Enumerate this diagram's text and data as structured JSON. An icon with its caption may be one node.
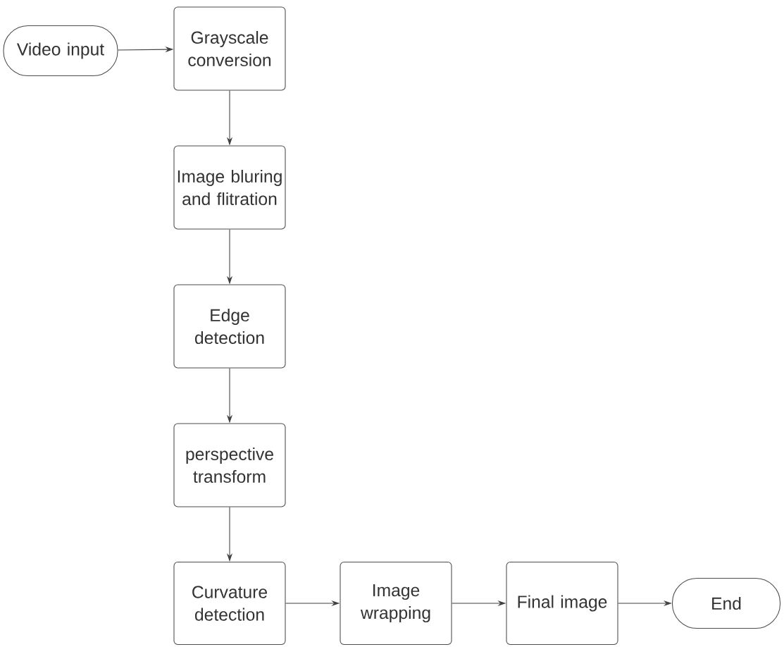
{
  "diagram": {
    "nodes": [
      {
        "text": [
          "Video input"
        ]
      },
      {
        "text": [
          "Grayscale conversion"
        ]
      },
      {
        "text": [
          "Image bluring and flitration"
        ]
      },
      {
        "text": [
          "Edge detection"
        ]
      },
      {
        "text": [
          "perspective transform"
        ]
      },
      {
        "text": [
          "Curvature detection"
        ]
      },
      {
        "text": [
          "Image wrapping"
        ]
      },
      {
        "text": [
          "Final image"
        ]
      },
      {
        "text": [
          "End"
        ]
      }
    ],
    "edges": [
      {
        "from": 0,
        "to": 1,
        "arrow": "to"
      },
      {
        "from": 1,
        "to": 2,
        "arrow": "to"
      },
      {
        "from": 2,
        "to": 3,
        "arrow": "to"
      },
      {
        "from": 3,
        "to": 4,
        "arrow": "to"
      },
      {
        "from": 4,
        "to": 5,
        "arrow": "to"
      },
      {
        "from": 5,
        "to": 6,
        "arrow": "to"
      },
      {
        "from": 6,
        "to": 7,
        "arrow": "to"
      },
      {
        "from": 7,
        "to": 8,
        "arrow": "to"
      }
    ]
  }
}
